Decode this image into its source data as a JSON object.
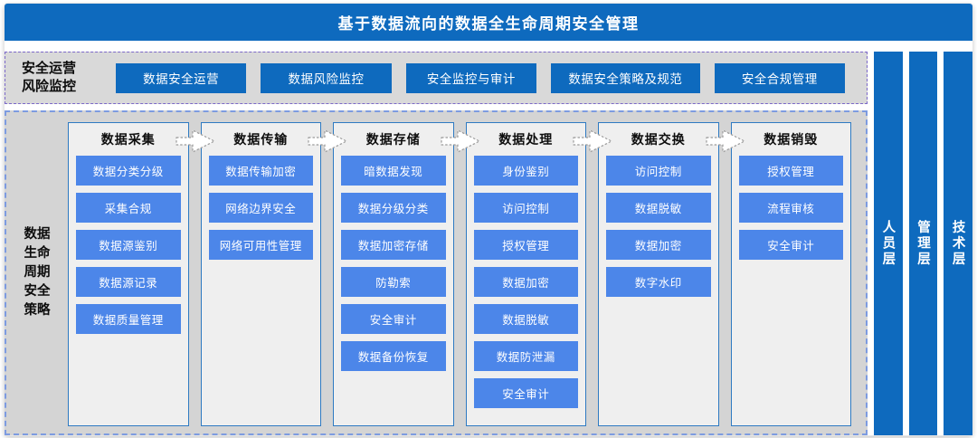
{
  "title": "基于数据流向的数据全生命周期安全管理",
  "ops": {
    "label": "安全运营\n风险监控",
    "buttons": [
      "数据安全运营",
      "数据风险监控",
      "安全监控与审计",
      "数据安全策略及规范",
      "安全合规管理"
    ]
  },
  "lifecycle": {
    "label": "数据\n生命\n周期\n安全\n策略",
    "columns": [
      {
        "header": "数据采集",
        "items": [
          "数据分类分级",
          "采集合规",
          "数据源鉴别",
          "数据源记录",
          "数据质量管理"
        ]
      },
      {
        "header": "数据传输",
        "items": [
          "数据传输加密",
          "网络边界安全",
          "网络可用性管理"
        ]
      },
      {
        "header": "数据存储",
        "items": [
          "暗数据发现",
          "数据分级分类",
          "数据加密存储",
          "防勒索",
          "安全审计",
          "数据备份恢复"
        ]
      },
      {
        "header": "数据处理",
        "items": [
          "身份鉴别",
          "访问控制",
          "授权管理",
          "数据加密",
          "数据脱敏",
          "数据防泄漏",
          "安全审计"
        ]
      },
      {
        "header": "数据交换",
        "items": [
          "访问控制",
          "数据脱敏",
          "数据加密",
          "数字水印"
        ]
      },
      {
        "header": "数据销毁",
        "items": [
          "授权管理",
          "流程审核",
          "安全审计"
        ]
      }
    ]
  },
  "layers": [
    "人员层",
    "管理层",
    "技术层"
  ],
  "icons": {
    "flow_arrow": "dotted-right-arrow"
  },
  "colors": {
    "primary_blue": "#0e6abe",
    "item_blue": "#4c86e9",
    "ops_bg": "#d9d9d9",
    "main_bg": "#d4d4d4",
    "column_bg": "#efefef",
    "purple_dash": "#7b68c8",
    "blue_dash": "#7d9be0",
    "column_border": "#2e7ac2"
  }
}
